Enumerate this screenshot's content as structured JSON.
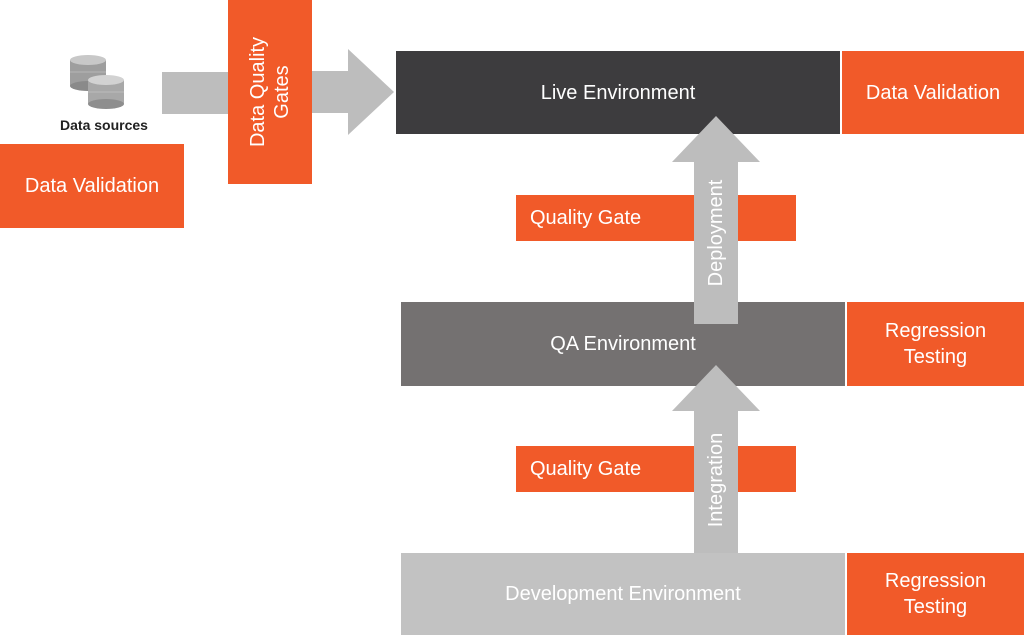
{
  "data_sources": {
    "label": "Data sources",
    "icon": "database-icon"
  },
  "left_validation": {
    "label": "Data Validation"
  },
  "quality_gates_top": {
    "label": "Data Quality\nGates"
  },
  "live_env": {
    "label": "Live Environment"
  },
  "live_validation": {
    "label": "Data Validation"
  },
  "quality_gate_upper": {
    "label": "Quality Gate"
  },
  "deployment_arrow": {
    "label": "Deployment"
  },
  "qa_env": {
    "label": "QA Environment"
  },
  "qa_regression": {
    "label": "Regression\nTesting"
  },
  "quality_gate_lower": {
    "label": "Quality Gate"
  },
  "integration_arrow": {
    "label": "Integration"
  },
  "dev_env": {
    "label": "Development Environment"
  },
  "dev_regression": {
    "label": "Regression\nTesting"
  },
  "colors": {
    "accent": "#f15a29",
    "live": "#3d3c3e",
    "qa": "#747171",
    "dev": "#c2c2c2",
    "arrow": "#bdbdbd"
  }
}
